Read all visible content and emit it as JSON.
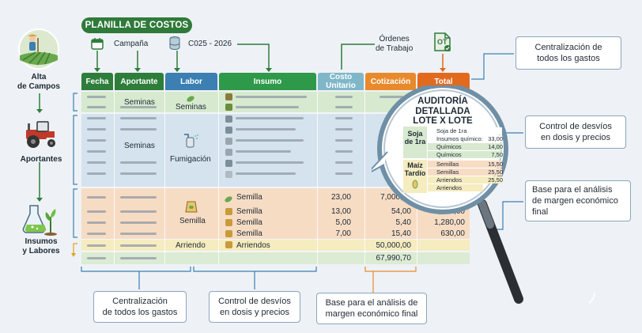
{
  "title": "PLANILLA DE COSTOS",
  "campaign": {
    "label": "Campaña",
    "value": "C025 - 2026"
  },
  "ordenes": "Órdenes\nde Trabajo",
  "ot_badge": "OT",
  "left_steps": [
    {
      "label": "Alta\nde Campos",
      "icon": "farmer-field-icon"
    },
    {
      "label": "Aportantes",
      "icon": "tractor-icon"
    },
    {
      "label": "Insumos\ny Labores",
      "icon": "flask-plant-icon"
    }
  ],
  "headers": [
    "Fecha",
    "Aportante",
    "Labor",
    "Insumo",
    "Costo\nUnitario",
    "Cotización",
    "Total"
  ],
  "header_colors": [
    "#2e7d3b",
    "#2e7d3b",
    "#3b7fb3",
    "#2e9a49",
    "#7fb7c9",
    "#e88a2c",
    "#e26a1f"
  ],
  "rows": {
    "seminas_aportante": "Seminas",
    "seminas_labor": "Seminas",
    "aportantes_label": "Seminas",
    "fumigacion": "Fumigación",
    "semilla_labor": "Semilla",
    "arriendo_labor": "Arriendo",
    "semilla_rows": [
      {
        "insumo": "Semilla",
        "costo": "23,00",
        "cot": "7,000,00",
        "total": ""
      },
      {
        "insumo": "Semilla",
        "costo": "13,00",
        "cot": "54,00",
        "total": "1,280,00"
      },
      {
        "insumo": "Semilla",
        "costo": "5,00",
        "cot": "5,40",
        "total": "1,280,00"
      },
      {
        "insumo": "Semilla",
        "costo": "7,00",
        "cot": "15,40",
        "total": "630,00"
      }
    ],
    "arriendo_insumo": "Arriendos",
    "arriendo_cot": "50,000,00",
    "grand_total": "67,990,70"
  },
  "audit": {
    "title": "AUDITORÍA\nDETALLADA\nLOTE X LOTE",
    "lots": [
      {
        "name": "Soja\nde 1ra",
        "lines": [
          {
            "label": "Soja de 1ra",
            "value": ""
          },
          {
            "label": "Insumos químico:",
            "value": "33,00"
          },
          {
            "label": "Químicos",
            "value": "14,00"
          },
          {
            "label": "Químicos",
            "value": "7,50"
          }
        ]
      },
      {
        "name": "Maíz\nTardío",
        "lines": [
          {
            "label": "Semillas",
            "value": "15,50"
          },
          {
            "label": "Semillas",
            "value": "25,50"
          },
          {
            "label": "Arriendos",
            "value": "25,50"
          },
          {
            "label": "Arriendos",
            "value": ""
          }
        ]
      }
    ]
  },
  "callouts_right": [
    "Centralización de\ntodos los gastos",
    "Control de desvíos\nen dosis y precios",
    "Base para el análisis\nde margen económico\nfinal"
  ],
  "callouts_bottom": [
    "Centralización\nde todos los gastos",
    "Control de desvíos\nen dosis y precios",
    "Base para el análisis de\nmargen económico final"
  ]
}
